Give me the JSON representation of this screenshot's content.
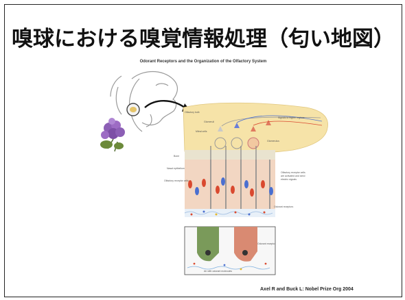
{
  "slide": {
    "title": "嗅球における嗅覚情報処理（匂い地図）",
    "figure_caption": "Odorant Receptors and the Organization of the Olfactory System",
    "credit": "Axel R and Buck L: Nobel Prize Org 2004"
  },
  "colors": {
    "title": "#111111",
    "bulb_fill": "#f6e3a8",
    "epithelium_fill": "#f2d6c2",
    "neuron_red": "#d9492f",
    "neuron_blue": "#4a6fd0",
    "flower_purple": "#8c5fb5",
    "cilia_green": "#7a9a5a",
    "cilia_pink": "#d98a72"
  },
  "icons": {
    "face": "human-face-profile-icon",
    "flower": "lilac-flower-icon",
    "arrow": "curved-arrow-icon"
  }
}
